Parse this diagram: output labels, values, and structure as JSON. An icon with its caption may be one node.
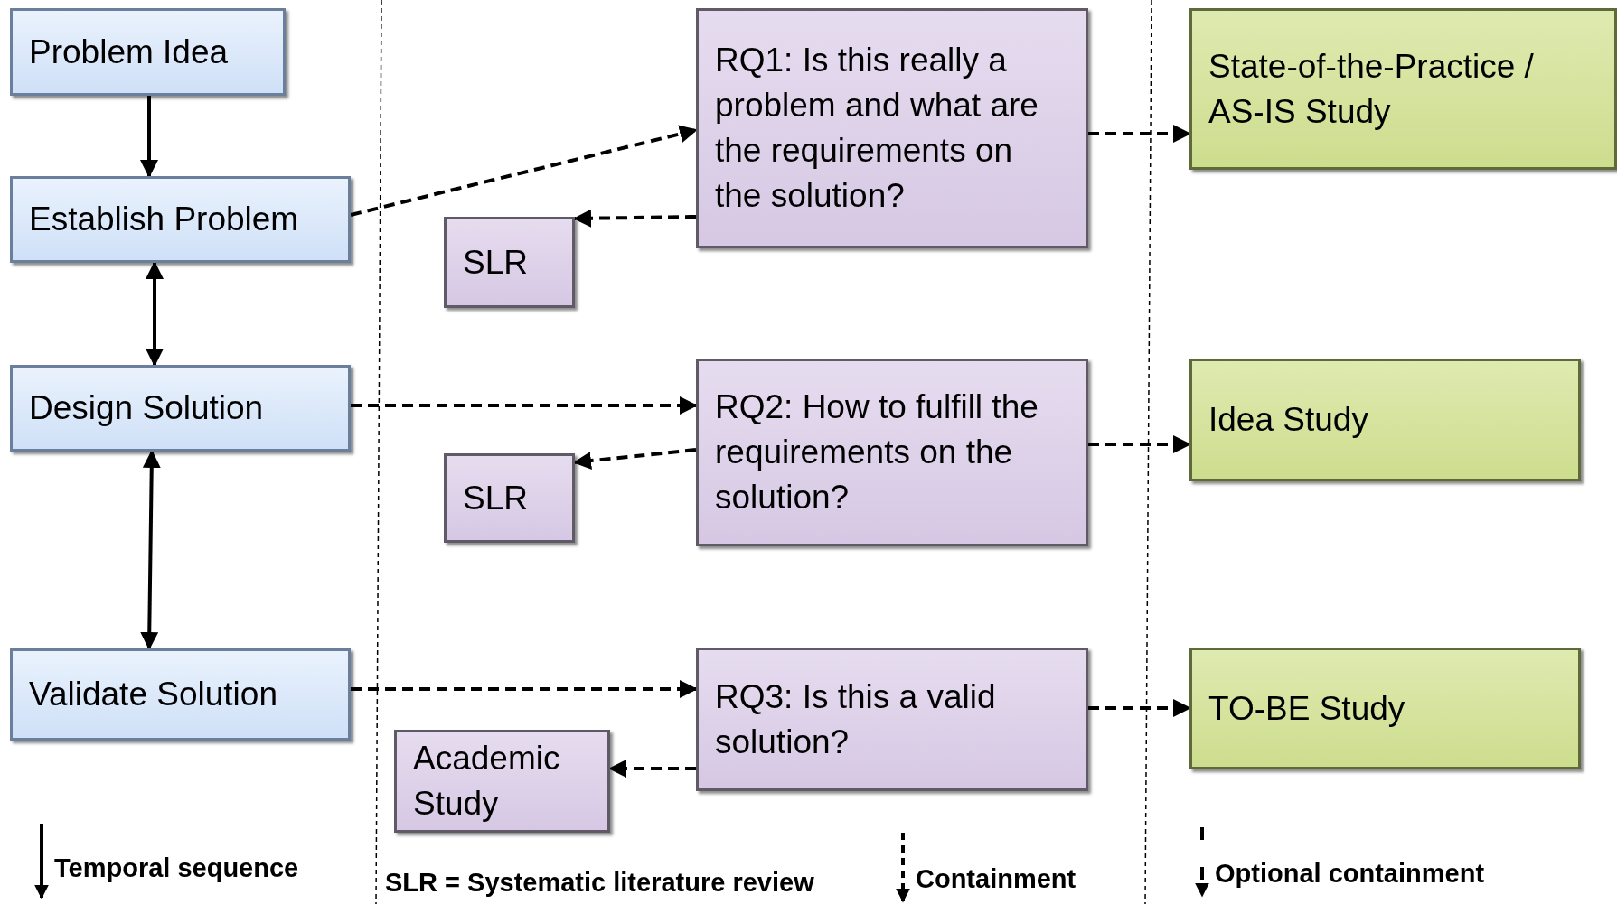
{
  "diagram": {
    "nodes": [
      {
        "text": [
          "Problem Idea"
        ]
      },
      {
        "text": [
          "Establish Problem"
        ]
      },
      {
        "text": [
          "Design Solution"
        ]
      },
      {
        "text": [
          "Validate Solution"
        ]
      },
      {
        "text": [
          "RQ1: Is this really a problem and what are the requirements on the solution?"
        ]
      },
      {
        "text": [
          "SLR"
        ]
      },
      {
        "text": [
          "State-of-the-Practice / AS-IS Study"
        ]
      },
      {
        "text": [
          "RQ2: How to fulfill the requirements on the solution?"
        ]
      },
      {
        "text": [
          "SLR"
        ]
      },
      {
        "text": [
          "Idea Study"
        ]
      },
      {
        "text": [
          "RQ3: Is this a valid solution?"
        ]
      },
      {
        "text": [
          "Academic Study"
        ]
      },
      {
        "text": [
          "TO-BE Study"
        ]
      }
    ],
    "edges": [
      {
        "from": 0,
        "to": 1,
        "arrow": "to"
      },
      {
        "from": 1,
        "to": 2,
        "arrow": "both"
      },
      {
        "from": 2,
        "to": 3,
        "arrow": "both"
      },
      {
        "from": 1,
        "to": 4,
        "arrow": "to",
        "style": "dashed"
      },
      {
        "from": 4,
        "to": 5,
        "arrow": "to",
        "style": "dashed"
      },
      {
        "from": 2,
        "to": 7,
        "arrow": "to",
        "style": "dashed"
      },
      {
        "from": 7,
        "to": 8,
        "arrow": "to",
        "style": "dashed"
      },
      {
        "from": 3,
        "to": 10,
        "arrow": "to",
        "style": "dashed"
      },
      {
        "from": 10,
        "to": 11,
        "arrow": "to",
        "style": "dashed"
      },
      {
        "from": 4,
        "to": 6,
        "arrow": "to",
        "style": "dashed"
      },
      {
        "from": 7,
        "to": 9,
        "arrow": "to",
        "style": "dashed"
      },
      {
        "from": 10,
        "to": 12,
        "arrow": "to",
        "style": "dashed"
      }
    ],
    "labels": [
      "SLR = Systematic literature review"
    ],
    "legend": [
      {
        "text": "Temporal sequence"
      },
      {
        "text": "Containment"
      },
      {
        "text": "Optional containment"
      }
    ]
  }
}
